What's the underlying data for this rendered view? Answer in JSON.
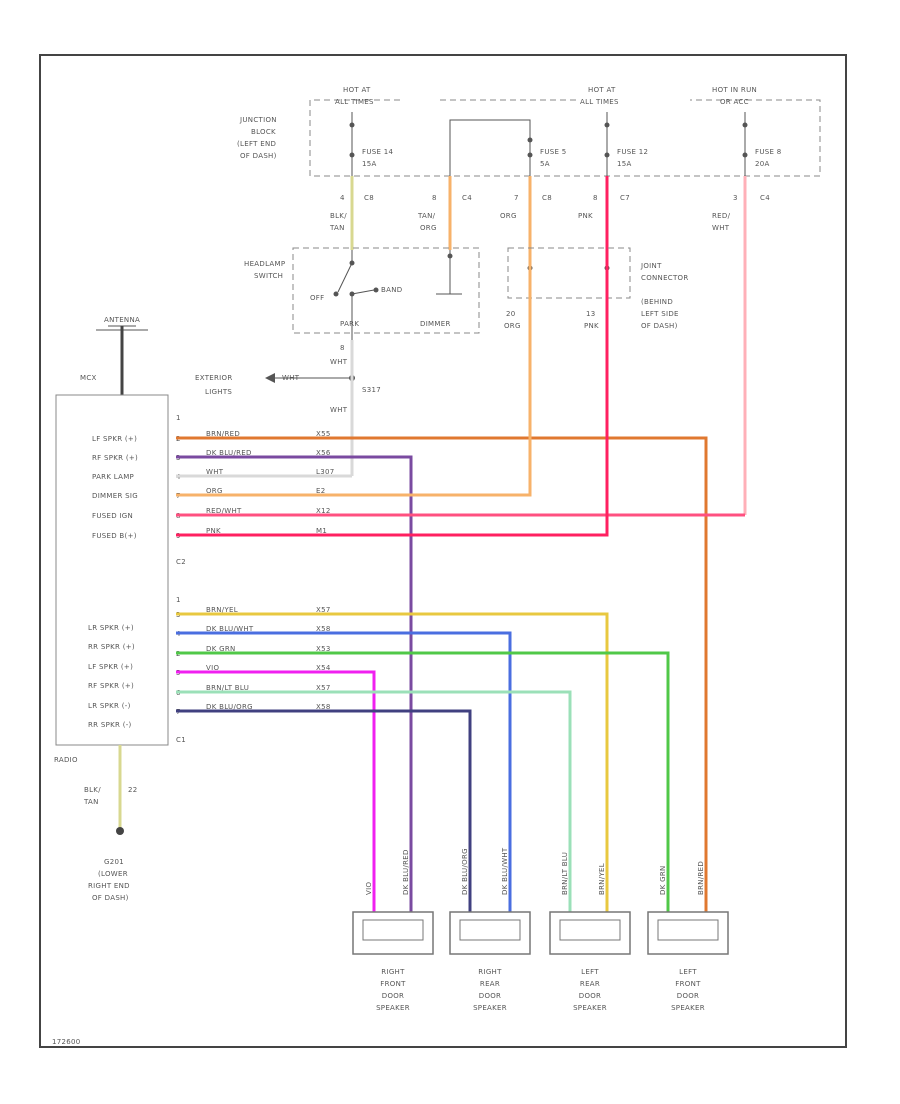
{
  "diagram_code": "172600",
  "junction_block": [
    "JUNCTION",
    "BLOCK",
    "(LEFT END",
    "OF DASH)"
  ],
  "hot_labels": [
    [
      "HOT AT",
      "ALL TIMES"
    ],
    [
      "HOT AT",
      "ALL TIMES"
    ],
    [
      "HOT IN RUN",
      "OR ACC"
    ]
  ],
  "fuses": [
    [
      "FUSE 14",
      "15A"
    ],
    [
      "FUSE 5",
      "5A"
    ],
    [
      "FUSE 12",
      "15A"
    ],
    [
      "FUSE 8",
      "20A"
    ]
  ],
  "connector_pins": [
    {
      "pin": "4",
      "conn": "C8"
    },
    {
      "pin": "8",
      "conn": "C4"
    },
    {
      "pin": "7",
      "conn": "C8"
    },
    {
      "pin": "8",
      "conn": "C7"
    },
    {
      "pin": "3",
      "conn": "C4"
    }
  ],
  "wire_colors_top": [
    [
      "BLK/",
      "TAN"
    ],
    [
      "TAN/",
      "ORG"
    ],
    [
      "ORG"
    ],
    [
      "PNK"
    ],
    [
      "RED/",
      "WHT"
    ]
  ],
  "headlamp_switch": {
    "title": [
      "HEADLAMP",
      "SWITCH"
    ],
    "off": "OFF",
    "band": "BAND",
    "park": "PARK",
    "dimmer": "DIMMER"
  },
  "joint_connector": [
    "JOINT",
    "CONNECTOR",
    "(BEHIND",
    "LEFT SIDE",
    "OF DASH)"
  ],
  "joint_pins": [
    {
      "pin": "20",
      "color": "ORG"
    },
    {
      "pin": "13",
      "color": "PNK"
    }
  ],
  "exterior": {
    "label": [
      "EXTERIOR",
      "LIGHTS"
    ],
    "wire": "WHT",
    "pin": "8",
    "splice": "S317",
    "splice_wire": "WHT"
  },
  "antenna": {
    "label": "ANTENNA",
    "cable": "MCX"
  },
  "radio": {
    "name": "RADIO",
    "c2_pins_top": [
      "1",
      "2",
      "3",
      "4",
      "5",
      "6",
      "7",
      "8"
    ],
    "c2_labels": [
      "LF SPKR (+)",
      "RF SPKR (+)",
      "PARK LAMP",
      "DIMMER SIG",
      "FUSED IGN",
      "FUSED B(+)"
    ],
    "c2_pin_nums": [
      "2",
      "3",
      "4",
      "7",
      "8",
      "9"
    ],
    "c2_wires": [
      "BRN/RED",
      "DK BLU/RED",
      "WHT",
      "ORG",
      "RED/WHT",
      "PNK"
    ],
    "c2_circuits": [
      "X55",
      "X56",
      "L307",
      "E2",
      "X12",
      "M1"
    ],
    "c2": "C2",
    "c1_labels": [
      "LR SPKR (+)",
      "RR SPKR (+)",
      "LF SPKR (+)",
      "RF SPKR (+)",
      "LR SPKR (-)",
      "RR SPKR (-)"
    ],
    "c1_pin_nums": [
      "3",
      "4",
      "2",
      "5",
      "6",
      "7"
    ],
    "c1_wires": [
      "BRN/YEL",
      "DK BLU/WHT",
      "DK GRN",
      "VIO",
      "BRN/LT BLU",
      "DK BLU/ORG"
    ],
    "c1_circuits": [
      "X57",
      "X58",
      "X53",
      "X54",
      "X57",
      "X58"
    ],
    "c1": "C1",
    "c1_first_pin": "1",
    "c2_first_pin": "1"
  },
  "ground": {
    "wire": [
      "BLK/",
      "TAN"
    ],
    "pin": "22",
    "label": [
      "G201",
      "(LOWER",
      "RIGHT END",
      "OF DASH)"
    ]
  },
  "speakers": [
    {
      "name": [
        "RIGHT",
        "FRONT",
        "DOOR",
        "SPEAKER"
      ],
      "wires": [
        "VIO",
        "DK BLU/RED"
      ]
    },
    {
      "name": [
        "RIGHT",
        "REAR",
        "DOOR",
        "SPEAKER"
      ],
      "wires": [
        "DK BLU/ORG",
        "DK BLU/WHT"
      ]
    },
    {
      "name": [
        "LEFT",
        "REAR",
        "DOOR",
        "SPEAKER"
      ],
      "wires": [
        "BRN/LT BLU",
        "BRN/YEL"
      ]
    },
    {
      "name": [
        "LEFT",
        "FRONT",
        "DOOR",
        "SPEAKER"
      ],
      "wires": [
        "DK GRN",
        "BRN/RED"
      ]
    }
  ],
  "colors": {
    "orange_brown": "#e07830",
    "purple": "#7a4aa0",
    "white_wire": "#d9d9d9",
    "orange": "#f7b26a",
    "red_pink": "#ff5080",
    "pink": "#ff2060",
    "yellow": "#e8c840",
    "blue": "#4a6ee0",
    "green": "#50c848",
    "magenta": "#f020f0",
    "lt_green": "#9be0b8",
    "navy": "#404080",
    "tan": "#d8d890",
    "light_red": "#ffb0b8"
  }
}
